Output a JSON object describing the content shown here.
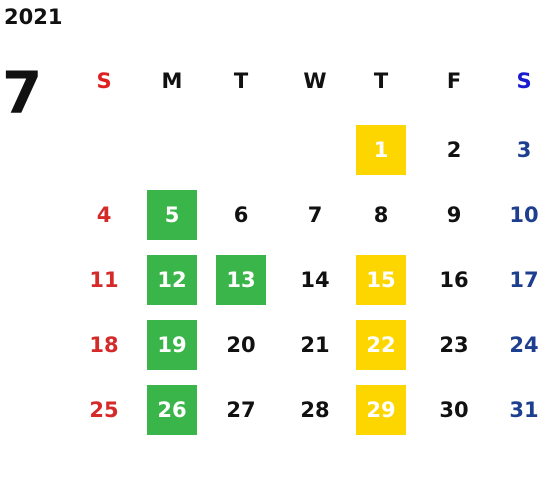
{
  "year": "2021",
  "month": "7",
  "weekdays": [
    {
      "label": "S",
      "color": "#e02020"
    },
    {
      "label": "M",
      "color": "#111111"
    },
    {
      "label": "T",
      "color": "#111111"
    },
    {
      "label": "W",
      "color": "#111111"
    },
    {
      "label": "T",
      "color": "#111111"
    },
    {
      "label": "F",
      "color": "#111111"
    },
    {
      "label": "S",
      "color": "#1a1ad0"
    }
  ],
  "colors": {
    "sunday": "#d42a2a",
    "saturday": "#1e3f8f",
    "weekday": "#111111",
    "highlight_text": "#ffffff",
    "green_highlight": "#3ab54a",
    "yellow_highlight": "#fdd600"
  },
  "weeks": [
    [
      "",
      "",
      "",
      "",
      "1",
      "2",
      "3"
    ],
    [
      "4",
      "5",
      "6",
      "7",
      "8",
      "9",
      "10"
    ],
    [
      "11",
      "12",
      "13",
      "14",
      "15",
      "16",
      "17"
    ],
    [
      "18",
      "19",
      "20",
      "21",
      "22",
      "23",
      "24"
    ],
    [
      "25",
      "26",
      "27",
      "28",
      "29",
      "30",
      "31"
    ]
  ],
  "highlighted_days": {
    "green": [
      "5",
      "12",
      "13",
      "19",
      "26"
    ],
    "yellow": [
      "1",
      "15",
      "22",
      "29"
    ]
  }
}
